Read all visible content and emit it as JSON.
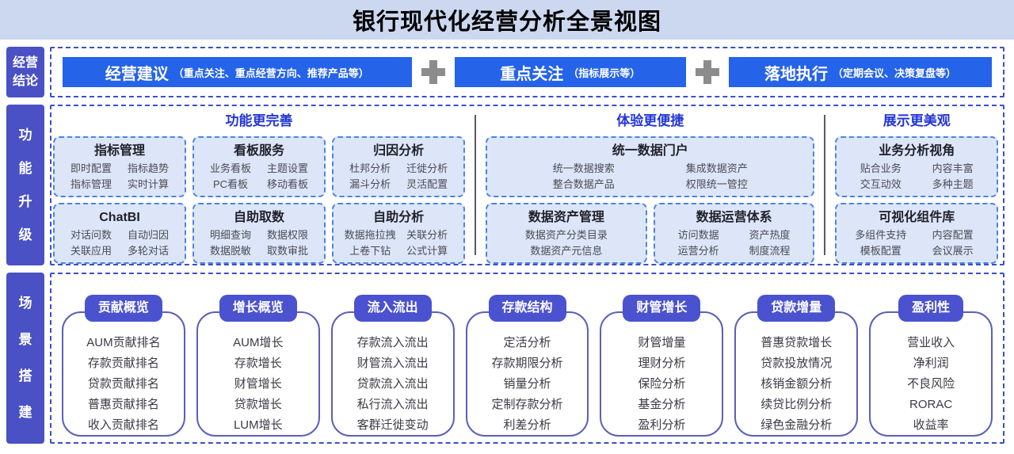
{
  "title": "银行现代化经营分析全景视图",
  "colors": {
    "band_bg": "#ccd8f0",
    "accent_blue": "#2563e8",
    "indigo_label": "#4951c4",
    "dashed_border": "#3c4fc5",
    "card_bg": "#dce6f8",
    "group_header_blue": "#2336d4",
    "plus_gray": "#8c8c8c",
    "scene_pill": "#4a52d0"
  },
  "sections": {
    "conclusion": {
      "side_label": "经营\n结论",
      "boxes": [
        {
          "label": "经营建议",
          "sub": "（重点关注、重点经营方向、推荐产品等）"
        },
        {
          "label": "重点关注",
          "sub": "（指标展示等）"
        },
        {
          "label": "落地执行",
          "sub": "（定期会议、决策复盘等）"
        }
      ]
    },
    "upgrade": {
      "side_label": "功\n能\n升\n级",
      "groups": [
        {
          "header": "功能更完善",
          "cards": [
            {
              "title": "指标管理",
              "items": [
                "即时配置",
                "指标趋势",
                "指标管理",
                "实时计算"
              ]
            },
            {
              "title": "看板服务",
              "items": [
                "业务看板",
                "主题设置",
                "PC看板",
                "移动看板"
              ]
            },
            {
              "title": "归因分析",
              "items": [
                "杜邦分析",
                "迁徙分析",
                "漏斗分析",
                "灵活配置"
              ]
            },
            {
              "title": "ChatBI",
              "items": [
                "对话问数",
                "自动归因",
                "关联应用",
                "多轮对话"
              ]
            },
            {
              "title": "自助取数",
              "items": [
                "明细查询",
                "数据权限",
                "数据脱敏",
                "取数审批"
              ]
            },
            {
              "title": "自助分析",
              "items": [
                "数据拖拉拽",
                "关联分析",
                "上卷下钻",
                "公式计算"
              ]
            }
          ]
        },
        {
          "header": "体验更便捷",
          "cards": [
            {
              "title": "统一数据门户",
              "items": [
                "统一数据搜索",
                "集成数据资产",
                "整合数据产品",
                "权限统一管控"
              ]
            },
            {
              "title": "数据资产管理",
              "items": [
                "数据资产分类目录",
                "数据资产元信息"
              ]
            },
            {
              "title": "数据运营体系",
              "items": [
                "访问数据",
                "资产热度",
                "运营分析",
                "制度流程"
              ]
            }
          ]
        },
        {
          "header": "展示更美观",
          "cards": [
            {
              "title": "业务分析视角",
              "items": [
                "贴合业务",
                "内容丰富",
                "交互动效",
                "多种主题"
              ]
            },
            {
              "title": "可视化组件库",
              "items": [
                "多组件支持",
                "内容配置",
                "模板配置",
                "会议展示"
              ]
            }
          ]
        }
      ]
    },
    "scenes": {
      "side_label": "场\n景\n搭\n建",
      "cards": [
        {
          "title": "贡献概览",
          "items": [
            "AUM贡献排名",
            "存款贡献排名",
            "贷款贡献排名",
            "普惠贡献排名",
            "收入贡献排名"
          ]
        },
        {
          "title": "增长概览",
          "items": [
            "AUM增长",
            "存款增长",
            "财管增长",
            "贷款增长",
            "LUM增长"
          ]
        },
        {
          "title": "流入流出",
          "items": [
            "存款流入流出",
            "财管流入流出",
            "贷款流入流出",
            "私行流入流出",
            "客群迁徙变动"
          ]
        },
        {
          "title": "存款结构",
          "items": [
            "定活分析",
            "存款期限分析",
            "销量分析",
            "定制存款分析",
            "利差分析"
          ]
        },
        {
          "title": "财管增长",
          "items": [
            "财管增量",
            "理财分析",
            "保险分析",
            "基金分析",
            "盈利分析"
          ]
        },
        {
          "title": "贷款增量",
          "items": [
            "普惠贷款增长",
            "贷款投放情况",
            "核销金额分析",
            "续贷比例分析",
            "绿色金融分析"
          ]
        },
        {
          "title": "盈利性",
          "items": [
            "营业收入",
            "净利润",
            "不良风险",
            "RORAC",
            "收益率"
          ]
        }
      ]
    }
  }
}
